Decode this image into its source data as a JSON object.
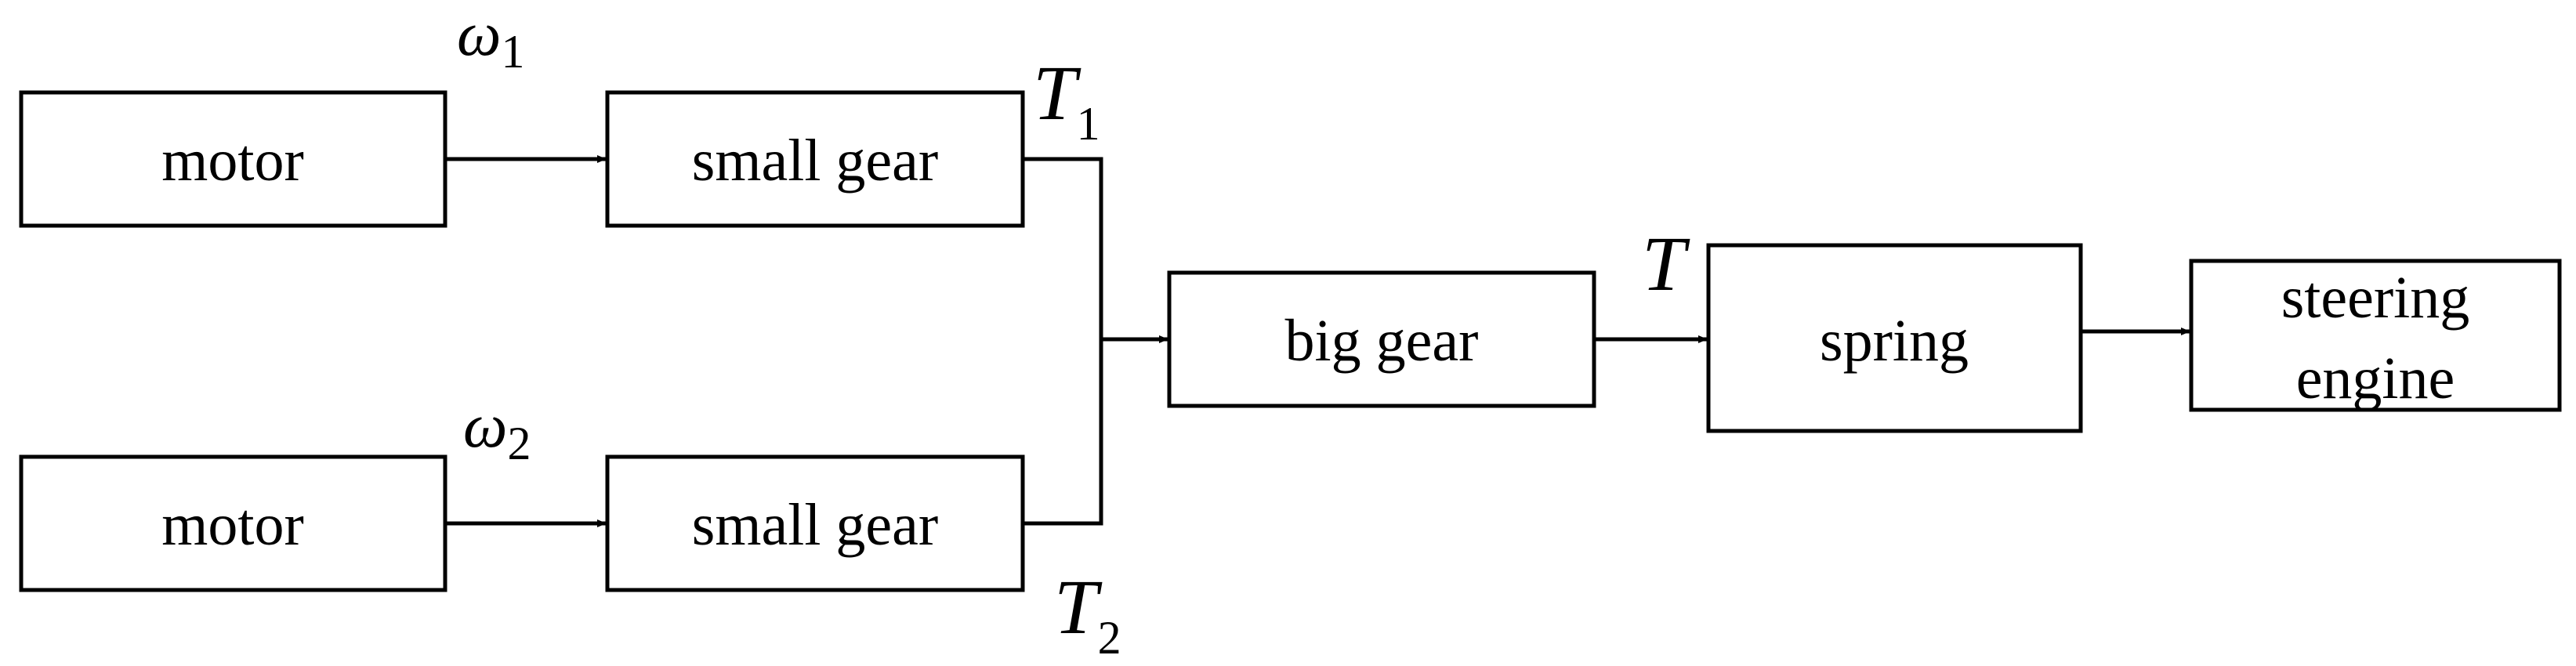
{
  "blocks": {
    "motor_1": "motor",
    "small_gear_1": "small gear",
    "motor_2": "motor",
    "small_gear_2": "small gear",
    "big_gear": "big gear",
    "spring": "spring",
    "steering_engine": [
      "steering",
      "engine"
    ]
  },
  "symbols": {
    "omega_1": {
      "base": "ω",
      "sub": "1"
    },
    "omega_2": {
      "base": "ω",
      "sub": "2"
    },
    "torque_1": {
      "base": "T",
      "sub": "1"
    },
    "torque_2": {
      "base": "T",
      "sub": "2"
    },
    "torque_total": {
      "base": "T"
    }
  }
}
